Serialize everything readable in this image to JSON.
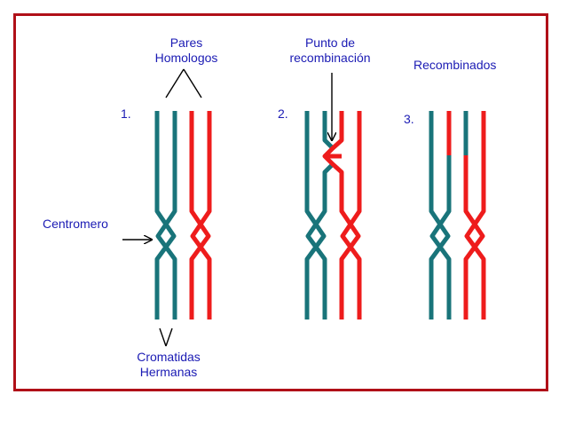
{
  "labels": {
    "pares_homologos": [
      "Pares",
      "Homologos"
    ],
    "punto_recombinacion": [
      "Punto de",
      "recombinación"
    ],
    "recombinados": "Recombinados",
    "centromero": "Centromero",
    "cromatidas_hermanas": [
      "Cromatidas",
      "Hermanas"
    ],
    "step1": "1.",
    "step2": "2.",
    "step3": "3."
  },
  "colors": {
    "frame": "#b01018",
    "chromatid_teal": "#19747a",
    "chromatid_red": "#ee1c1c",
    "label_text": "#1b1bb4",
    "arrow": "#000000"
  }
}
